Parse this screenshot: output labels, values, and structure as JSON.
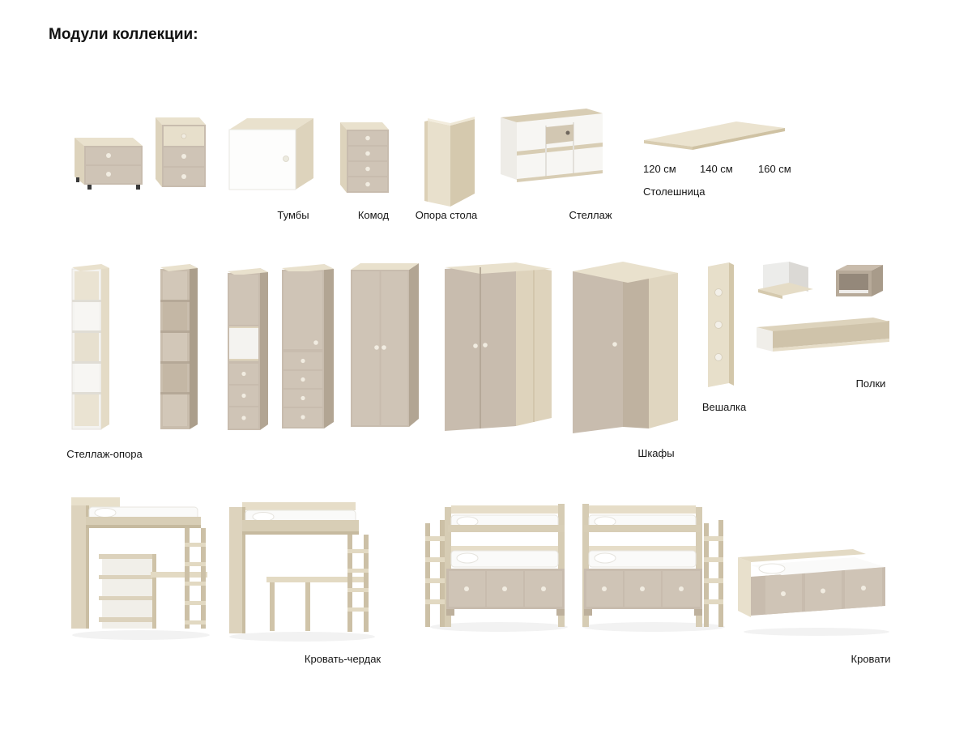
{
  "page": {
    "title": "Модули коллекции:"
  },
  "labels": {
    "tumby": "Тумбы",
    "komod": "Комод",
    "opora_stola": "Опора стола",
    "stellazh": "Стеллаж",
    "stoleshnitsa": "Столешница",
    "stellazh_opora": "Стеллаж-опора",
    "shkafy": "Шкафы",
    "veshalka": "Вешалка",
    "polki": "Полки",
    "krovat_cherdak": "Кровать-чердак",
    "krovati": "Кровати"
  },
  "tabletop_sizes": [
    "120 см",
    "140 см",
    "160 см"
  ],
  "colors": {
    "background": "#ffffff",
    "text": "#111111",
    "taupe": "#c8bcae",
    "taupe_light": "#cfc4b6",
    "taupe_dark": "#b2a593",
    "birch_light": "#e9e1cd",
    "birch": "#ddd3bc",
    "mattress_white": "#fafaf9"
  }
}
